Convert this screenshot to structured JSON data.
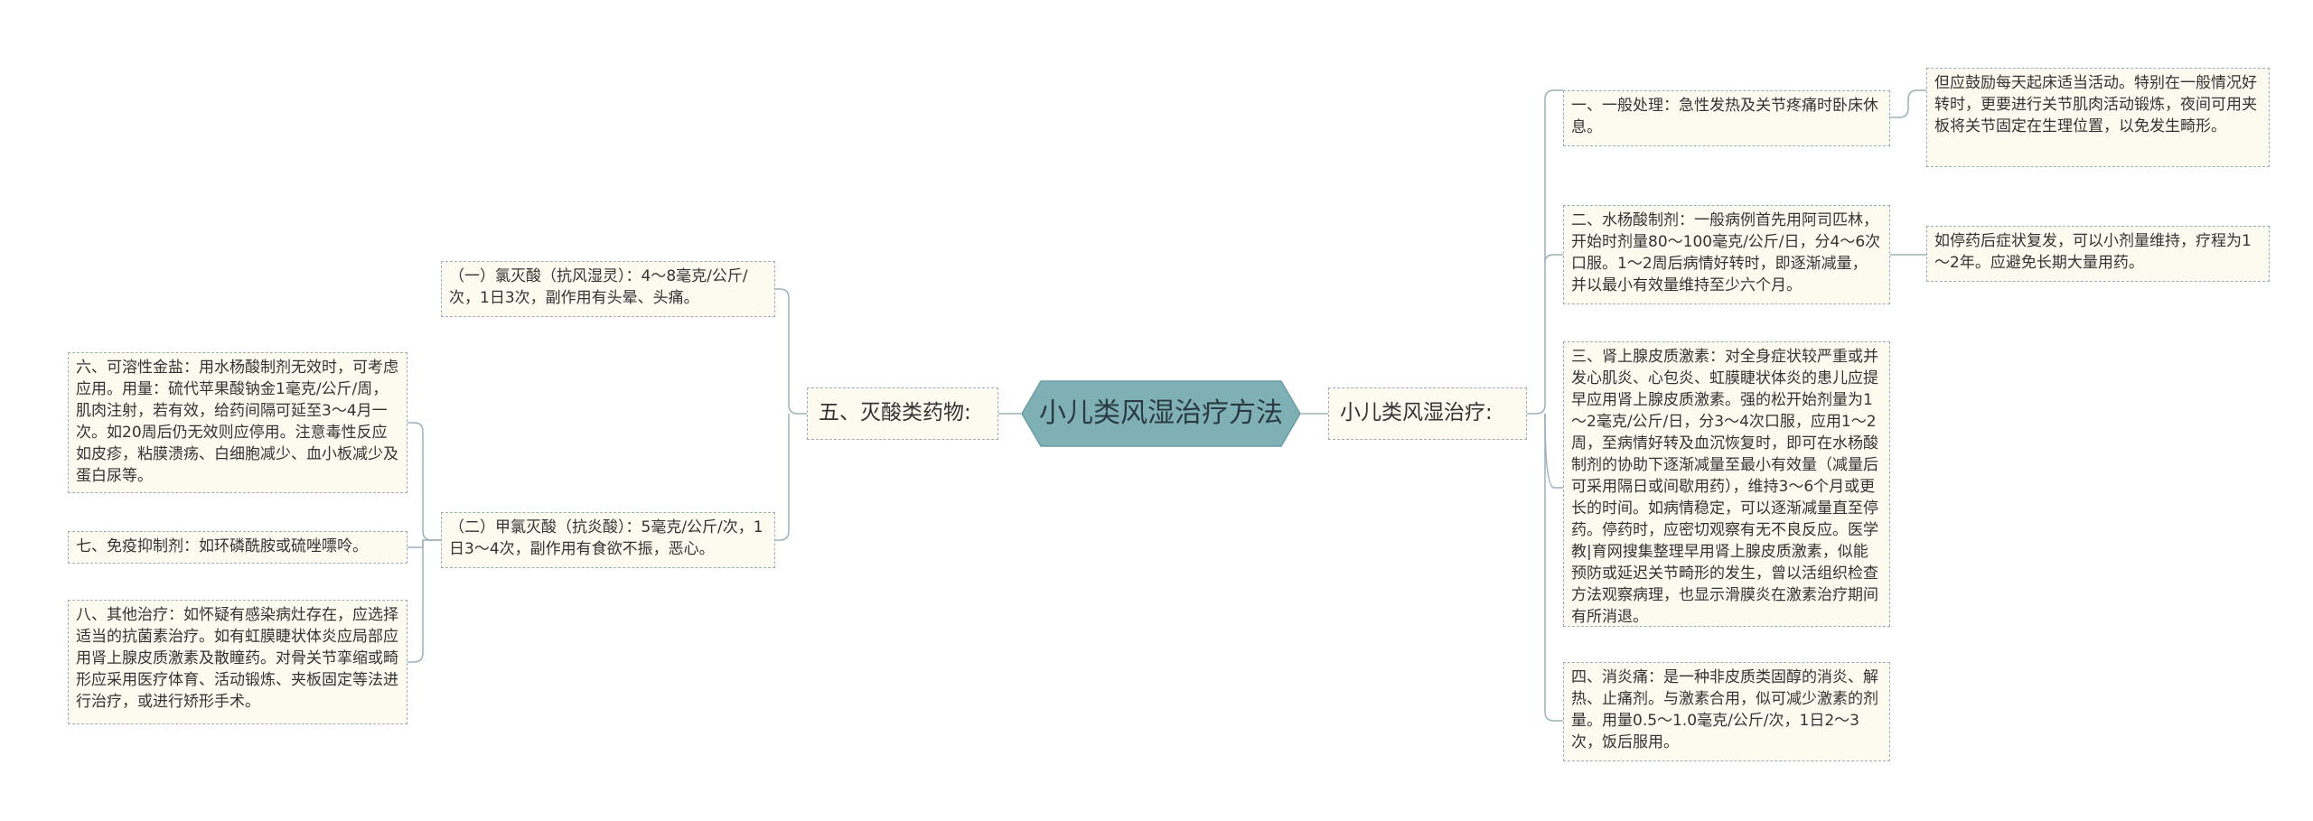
{
  "root": {
    "label": "小儿类风湿治疗方法"
  },
  "right_branch": {
    "label": "小儿类风湿治疗:",
    "children": [
      {
        "text": "一、一般处理：急性发热及关节疼痛时卧床休息。",
        "detail": "但应鼓励每天起床适当活动。特别在一般情况好转时，更要进行关节肌肉活动锻炼，夜间可用夹板将关节固定在生理位置，以免发生畸形。"
      },
      {
        "text": "二、水杨酸制剂：一般病例首先用阿司匹林，开始时剂量80～100毫克/公斤/日，分4～6次口服。1～2周后病情好转时，即逐渐减量，并以最小有效量维持至少六个月。",
        "detail": "如停药后症状复发，可以小剂量维持，疗程为1～2年。应避免长期大量用药。"
      },
      {
        "text": "三、肾上腺皮质激素：对全身症状较严重或并发心肌炎、心包炎、虹膜睫状体炎的患儿应提早应用肾上腺皮质激素。强的松开始剂量为1～2毫克/公斤/日，分3～4次口服，应用1～2周，至病情好转及血沉恢复时，即可在水杨酸制剂的协助下逐渐减量至最小有效量（减量后可采用隔日或间歇用药），维持3～6个月或更长的时间。如病情稳定，可以逐渐减量直至停药。停药时，应密切观察有无不良反应。医学教|育网搜集整理早用肾上腺皮质激素，似能预防或延迟关节畸形的发生，曾以活组织检查方法观察病理，也显示滑膜炎在激素治疗期间有所消退。"
      },
      {
        "text": "四、消炎痛：是一种非皮质类固醇的消炎、解热、止痛剂。与激素合用，似可减少激素的剂量。用量0.5～1.0毫克/公斤/次，1日2～3次，饭后服用。"
      }
    ]
  },
  "left_branch": {
    "label": "五、灭酸类药物:",
    "children": [
      {
        "text": "（一）氯灭酸（抗风湿灵）：4～8毫克/公斤/次，1日3次，副作用有头晕、头痛。"
      },
      {
        "text": "（二）甲氯灭酸（抗炎酸）：5毫克/公斤/次，1日3～4次，副作用有食欲不振，恶心。"
      }
    ],
    "extra": [
      {
        "text": "六、可溶性金盐：用水杨酸制剂无效时，可考虑应用。用量：硫代苹果酸钠金1毫克/公斤/周，肌肉注射，若有效，给药间隔可延至3～4月一次。如20周后仍无效则应停用。注意毒性反应如皮疹，粘膜溃疡、白细胞减少、血小板减少及蛋白尿等。"
      },
      {
        "text": "七、免疫抑制剂：如环磷酰胺或硫唑嘌呤。"
      },
      {
        "text": "八、其他治疗：如怀疑有感染病灶存在，应选择适当的抗菌素治疗。如有虹膜睫状体炎应局部应用肾上腺皮质激素及散瞳药。对骨关节挛缩或畸形应采用医疗体育、活动锻炼、夹板固定等法进行治疗，或进行矫形手术。"
      }
    ]
  },
  "colors": {
    "root_fill": "#7fb0b5",
    "line": "#9ab0b8",
    "node_fill": "#fdfbf0"
  }
}
